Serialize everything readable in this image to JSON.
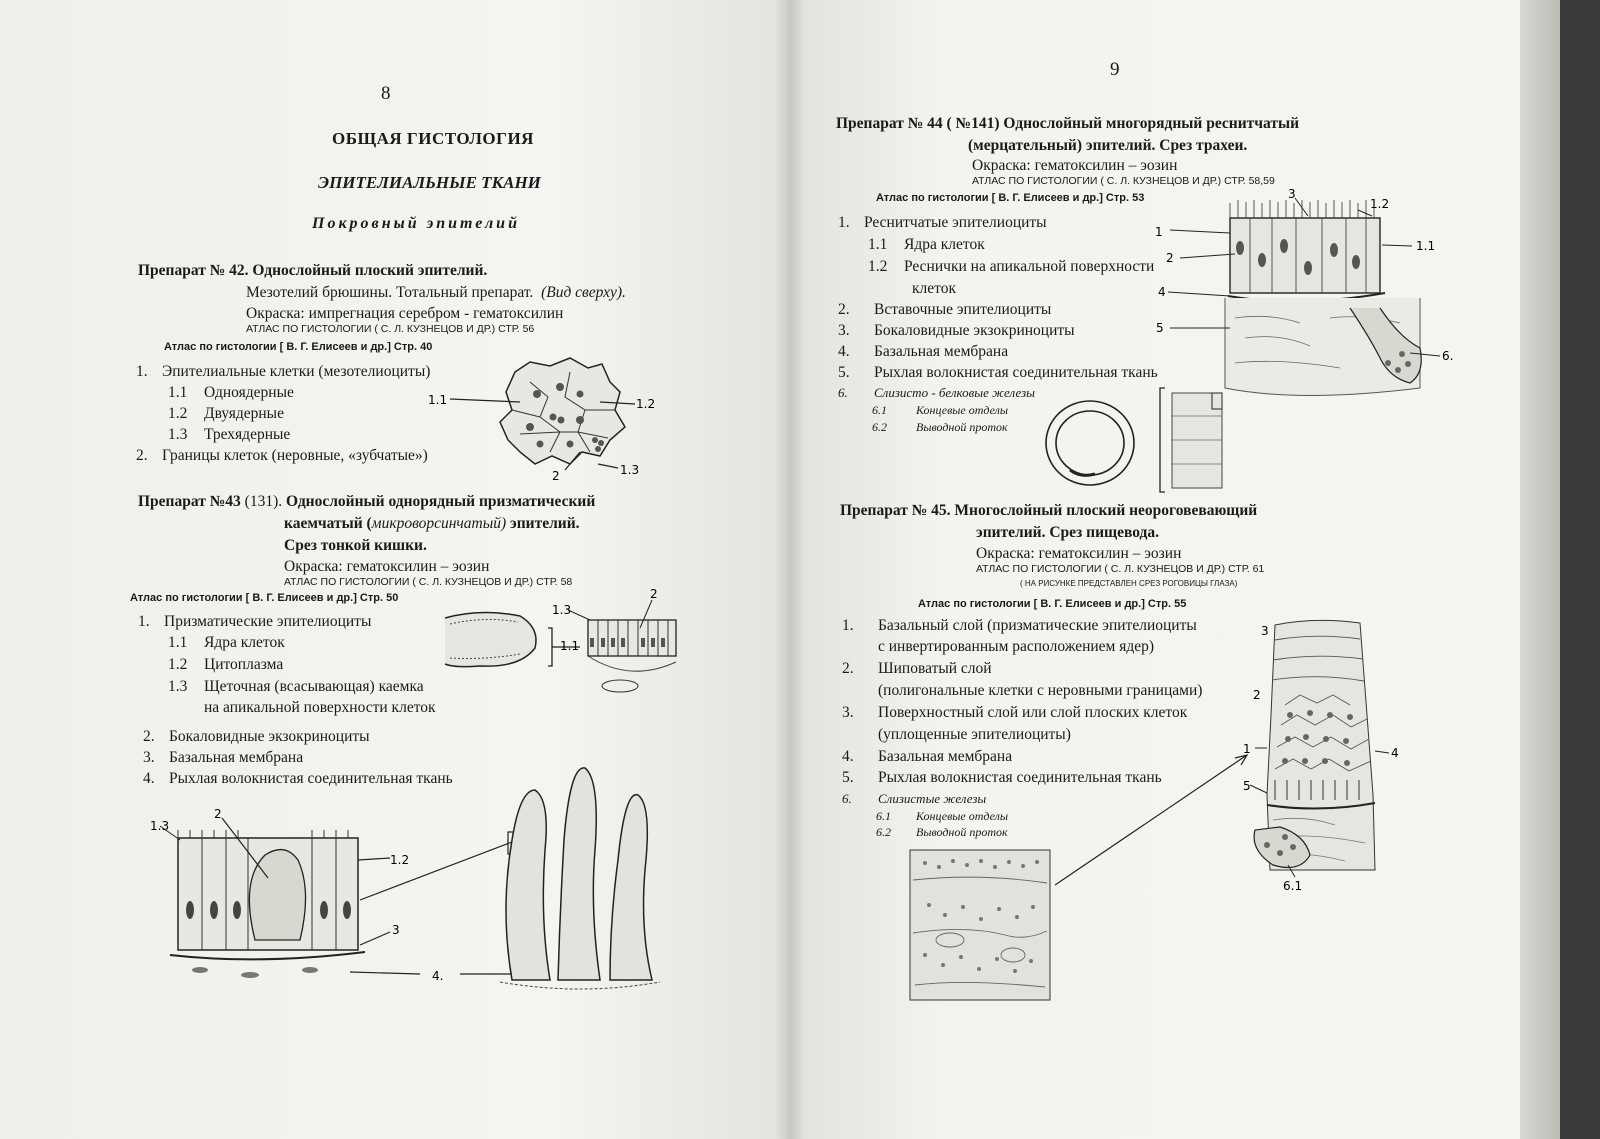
{
  "left": {
    "page_number": "8",
    "title": "ОБЩАЯ ГИСТОЛОГИЯ",
    "section": "ЭПИТЕЛИАЛЬНЫЕ ТКАНИ",
    "subsection": "Покровный эпителий",
    "prep42": {
      "title": "Препарат № 42. Однослойный плоский эпителий.",
      "line2": "Мезотелий брюшины. Тотальный препарат.",
      "line2_italic": "(Вид сверху).",
      "stain": "Окраска: импрегнация серебром - гематоксилин",
      "atlas1": "АТЛАС ПО ГИСТОЛОГИИ ( С. Л. КУЗНЕЦОВ И ДР.) СТР. 56",
      "atlas2": "Атлас по гистологии [ В. Г. Елисеев и др.] Стр. 40",
      "items": [
        {
          "n": "1.",
          "t": "Эпителиальные клетки (мезотелиоциты)"
        },
        {
          "n": "1.1",
          "t": "Одноядерные"
        },
        {
          "n": "1.2",
          "t": "Двуядерные"
        },
        {
          "n": "1.3",
          "t": "Трехядерные"
        },
        {
          "n": "2.",
          "t": "Границы клеток (неровные, «зубчатые»)"
        }
      ],
      "labels": [
        "1.1",
        "1.2",
        "2",
        "1.3"
      ]
    },
    "prep43": {
      "title_bold": "Препарат №43",
      "title_num": " (131). ",
      "title_rest": "Однослойный однорядный призматический",
      "line2a": "каемчатый (",
      "line2b": "микроворсинчатый)",
      "line2c": " эпителий.",
      "line3": "Срез тонкой кишки.",
      "stain": "Окраска: гематоксилин – эозин",
      "atlas1": "АТЛАС ПО ГИСТОЛОГИИ ( С. Л. КУЗНЕЦОВ И ДР.) СТР. 58",
      "atlas2": "Атлас по гистологии [ В. Г. Елисеев и др.] Стр. 50",
      "items": [
        {
          "n": "1.",
          "t": "Призматические эпителиоциты"
        },
        {
          "n": "1.1",
          "t": "Ядра клеток"
        },
        {
          "n": "1.2",
          "t": "Цитоплазма"
        },
        {
          "n": "1.3",
          "t": "Щеточная (всасывающая) каемка"
        },
        {
          "n": "",
          "t": "на апикальной поверхности  клеток"
        },
        {
          "n": "2.",
          "t": "Бокаловидные экзокриноциты"
        },
        {
          "n": "3.",
          "t": "Базальная мембрана"
        },
        {
          "n": "4.",
          "t": "Рыхлая волокнистая соединительная ткань"
        }
      ],
      "labels_small": [
        "1.3",
        "1.1",
        "2"
      ],
      "labels_big": [
        "1.3",
        "2",
        "1.2",
        "3",
        "4."
      ]
    }
  },
  "right": {
    "page_number": "9",
    "prep44": {
      "title1": "Препарат № 44 ( №141) Однослойный многорядный реснитчатый",
      "title2": "(мерцательный) эпителий. Срез трахеи.",
      "stain": "Окраска: гематоксилин – эозин",
      "atlas1": "АТЛАС ПО ГИСТОЛОГИИ ( С. Л. КУЗНЕЦОВ И ДР.) СТР. 58,59",
      "atlas2": "Атлас по гистологии [ В. Г. Елисеев и др.] Стр. 53",
      "items": [
        {
          "n": "1.",
          "t": "Реснитчатые эпителиоциты"
        },
        {
          "n": "1.1",
          "t": "Ядра клеток"
        },
        {
          "n": "1.2",
          "t": "Реснички на апикальной поверхности"
        },
        {
          "n": "",
          "t": "клеток"
        },
        {
          "n": "2.",
          "t": "Вставочные эпителиоциты"
        },
        {
          "n": "3.",
          "t": "Бокаловидные экзокриноциты"
        },
        {
          "n": "4.",
          "t": "Базальная мембрана"
        },
        {
          "n": "5.",
          "t": "Рыхлая волокнистая соединительная ткань"
        }
      ],
      "item6": {
        "n": "6.",
        "t": "Слизисто - белковые железы"
      },
      "item61": {
        "n": "6.1",
        "t": "Концевые отделы"
      },
      "item62": {
        "n": "6.2",
        "t": "Выводной проток"
      },
      "labels": [
        "3",
        "1.2",
        "1",
        "1.1",
        "2",
        "4",
        "5",
        "6."
      ]
    },
    "prep45": {
      "title1": "Препарат № 45. Многослойный плоский неороговевающий",
      "title2": "эпителий. Срез пищевода.",
      "stain": "Окраска: гематоксилин – эозин",
      "atlas1": "АТЛАС ПО ГИСТОЛОГИИ ( С. Л. КУЗНЕЦОВ И ДР.) СТР. 61",
      "atlas_note": "( НА РИСУНКЕ ПРЕДСТАВЛЕН СРЕЗ РОГОВИЦЫ ГЛАЗА)",
      "atlas2": "Атлас по гистологии [ В. Г. Елисеев и др.] Стр. 55",
      "items": [
        {
          "n": "1.",
          "t": "Базальный слой (призматические эпителиоциты"
        },
        {
          "n": "",
          "t": "с инвертированным расположением ядер)"
        },
        {
          "n": "2.",
          "t": "Шиповатый слой"
        },
        {
          "n": "",
          "t": "(полигональные клетки с неровными границами)"
        },
        {
          "n": "3.",
          "t": "Поверхностный слой или слой плоских клеток"
        },
        {
          "n": "",
          "t": "(уплощенные эпителиоциты)"
        },
        {
          "n": "4.",
          "t": "Базальная мембрана"
        },
        {
          "n": "5.",
          "t": "Рыхлая волокнистая соединительная ткань"
        }
      ],
      "item6": {
        "n": "6.",
        "t": "Слизистые железы"
      },
      "item61": {
        "n": "6.1",
        "t": "Концевые отделы"
      },
      "item62": {
        "n": "6.2",
        "t": "Выводной проток"
      },
      "labels": [
        "3",
        "2",
        "1",
        "4",
        "5",
        "6.1"
      ]
    }
  }
}
